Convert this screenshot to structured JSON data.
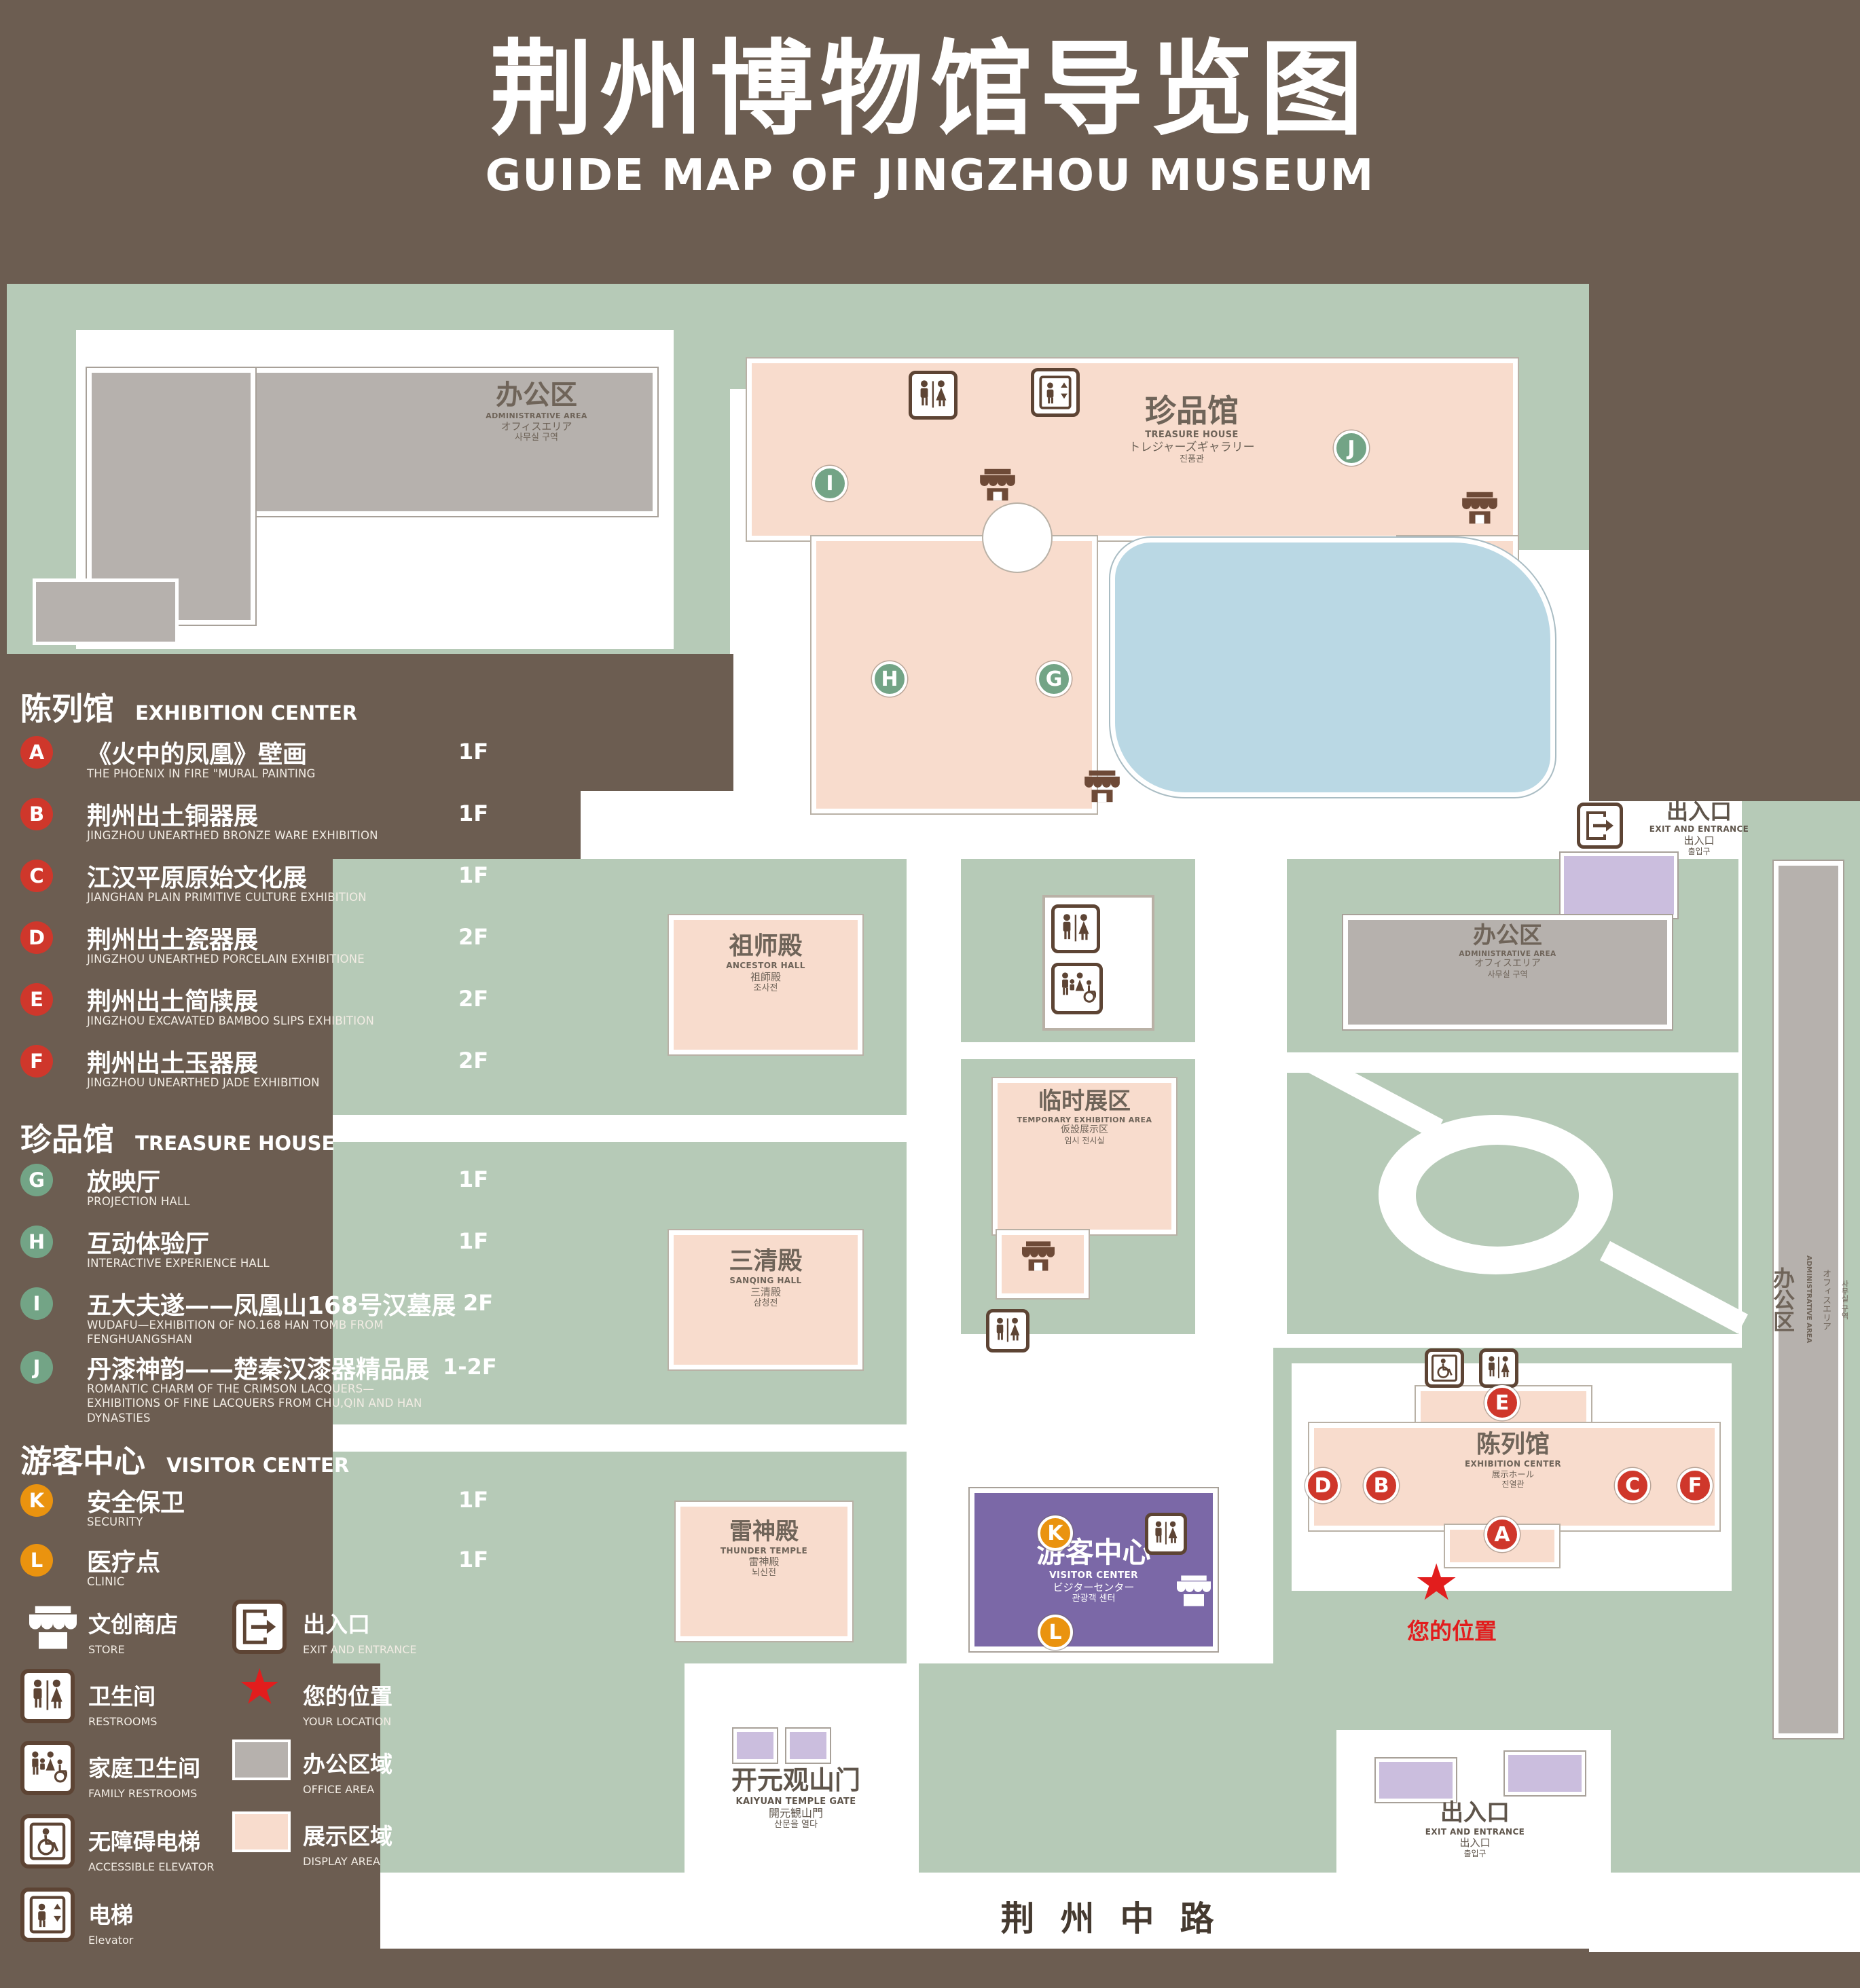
{
  "title": {
    "zh": "荆州博物馆导览图",
    "en": "GUIDE MAP OF JINGZHOU MUSEUM"
  },
  "legend": {
    "sections": [
      {
        "zh": "陈列馆",
        "en": "EXHIBITION CENTER",
        "items": [
          {
            "letter": "A",
            "zh": "《火中的凤凰》壁画",
            "en": "THE PHOENIX IN FIRE \"MURAL PAINTING",
            "floor": "1F"
          },
          {
            "letter": "B",
            "zh": "荆州出土铜器展",
            "en": "JINGZHOU UNEARTHED BRONZE WARE EXHIBITION",
            "floor": "1F"
          },
          {
            "letter": "C",
            "zh": "江汉平原原始文化展",
            "en": "JIANGHAN PLAIN PRIMITIVE CULTURE EXHIBITION",
            "floor": "1F"
          },
          {
            "letter": "D",
            "zh": "荆州出土瓷器展",
            "en": "JINGZHOU UNEARTHED PORCELAIN EXHIBITIONE",
            "floor": "2F"
          },
          {
            "letter": "E",
            "zh": "荆州出土简牍展",
            "en": "JINGZHOU EXCAVATED BAMBOO SLIPS EXHIBITION",
            "floor": "2F"
          },
          {
            "letter": "F",
            "zh": "荆州出土玉器展",
            "en": "JINGZHOU UNEARTHED JADE EXHIBITION",
            "floor": "2F"
          }
        ]
      },
      {
        "zh": "珍品馆",
        "en": "TREASURE HOUSE",
        "items": [
          {
            "letter": "G",
            "zh": "放映厅",
            "en": "PROJECTION HALL",
            "floor": "1F"
          },
          {
            "letter": "H",
            "zh": "互动体验厅",
            "en": "INTERACTIVE EXPERIENCE HALL",
            "floor": "1F"
          },
          {
            "letter": "I",
            "zh": "五大夫遂——凤凰山168号汉墓展",
            "en": "WUDAFU—EXHIBITION OF NO.168 HAN TOMB FROM FENGHUANGSHAN",
            "floor": "2F"
          },
          {
            "letter": "J",
            "zh": "丹漆神韵——楚秦汉漆器精品展",
            "en": "ROMANTIC CHARM OF THE CRIMSON LACQUERS—EXHIBITIONS OF FINE LACQUERS FROM CHU,QIN AND HAN DYNASTIES",
            "floor": "1-2F"
          }
        ]
      },
      {
        "zh": "游客中心",
        "en": "VISITOR CENTER",
        "items": [
          {
            "letter": "K",
            "zh": "安全保卫",
            "en": "SECURITY",
            "floor": "1F"
          },
          {
            "letter": "L",
            "zh": "医疗点",
            "en": "CLINIC",
            "floor": "1F"
          }
        ]
      }
    ],
    "symbols": [
      {
        "icon": "store",
        "zh": "文创商店",
        "en": "STORE"
      },
      {
        "icon": "exit",
        "zh": "出入口",
        "en": "EXIT AND ENTRANCE"
      },
      {
        "icon": "restroom",
        "zh": "卫生间",
        "en": "RESTROOMS"
      },
      {
        "icon": "location",
        "zh": "您的位置",
        "en": "YOUR LOCATION"
      },
      {
        "icon": "family-restroom",
        "zh": "家庭卫生间",
        "en": "FAMILY RESTROOMS"
      },
      {
        "icon": "office-area",
        "zh": "办公区域",
        "en": "OFFICE AREA"
      },
      {
        "icon": "accessible-elevator",
        "zh": "无障碍电梯",
        "en": "ACCESSIBLE ELEVATOR"
      },
      {
        "icon": "display-area",
        "zh": "展示区域",
        "en": "DISPLAY AREA"
      },
      {
        "icon": "elevator",
        "zh": "电梯",
        "en": "Elevator"
      }
    ]
  },
  "map": {
    "admin_top": {
      "l1": "办公区",
      "l2": "ADMINISTRATIVE AREA",
      "l3": "オフィスエリア",
      "l4": "사무실 구역"
    },
    "treasure_house": {
      "l1": "珍品馆",
      "l2": "TREASURE HOUSE",
      "l3": "トレジャーズギャラリー",
      "l4": "진품관"
    },
    "exit_right": {
      "l1": "出入口",
      "l2": "EXIT AND ENTRANCE",
      "l3": "出入口",
      "l4": "출입구"
    },
    "admin_mid": {
      "l1": "办公区",
      "l2": "ADMINISTRATIVE AREA",
      "l3": "オフィスエリア",
      "l4": "사무실 구역"
    },
    "admin_right": {
      "l1": "办公区",
      "l2": "ADMINISTRATIVE AREA",
      "l3": "オフィスエリア",
      "l4": "사무실 구역"
    },
    "ancestor_hall": {
      "l1": "祖师殿",
      "l2": "ANCESTOR HALL",
      "l3": "祖師殿",
      "l4": "조사전"
    },
    "temporary": {
      "l1": "临时展区",
      "l2": "TEMPORARY EXHIBITION AREA",
      "l3": "仮設展示区",
      "l4": "임시 전시실"
    },
    "sanqing_hall": {
      "l1": "三清殿",
      "l2": "SANQING HALL",
      "l3": "三清殿",
      "l4": "삼청전"
    },
    "thunder_temple": {
      "l1": "雷神殿",
      "l2": "THUNDER TEMPLE",
      "l3": "雷神殿",
      "l4": "뇌신전"
    },
    "visitor_center": {
      "l1": "游客中心",
      "l2": "VISITOR CENTER",
      "l3": "ビジターセンター",
      "l4": "관광객 센터"
    },
    "exhibition_center": {
      "l1": "陈列馆",
      "l2": "EXHIBITION CENTER",
      "l3": "展示ホール",
      "l4": "진열관"
    },
    "gate": {
      "l1": "开元观山门",
      "l2": "KAIYUAN TEMPLE GATE",
      "l3": "開元観山門",
      "l4": "산문을 열다"
    },
    "exit_bottom": {
      "l1": "出入口",
      "l2": "EXIT AND ENTRANCE",
      "l3": "出入口",
      "l4": "출입구"
    },
    "your_location": "您的位置",
    "road": "荆州中路"
  }
}
